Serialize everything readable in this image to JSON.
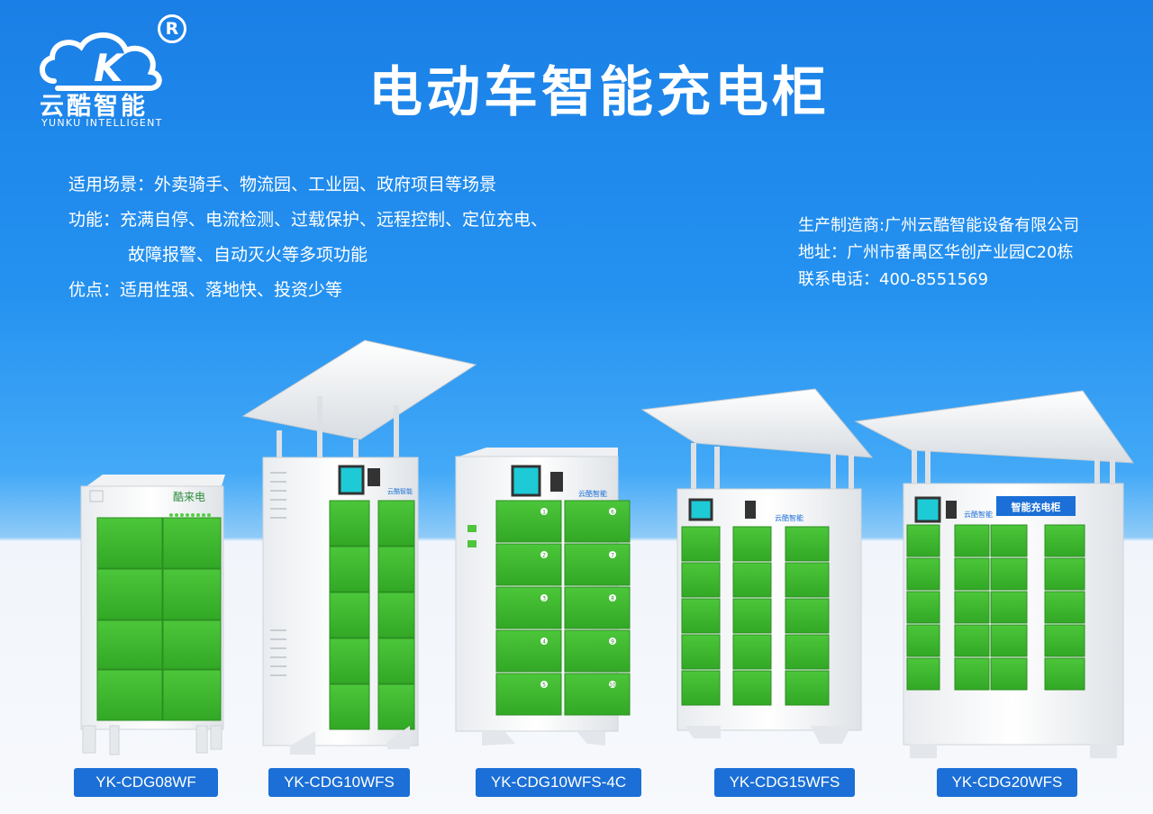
{
  "brand": {
    "name_cn": "云酷智能",
    "name_en": "YUNKU INTELLIGENT",
    "registered": "R",
    "cabinet_label": "酷来电",
    "logo_text": "云酷智能"
  },
  "title": "电动车智能充电柜",
  "info": {
    "scene": "适用场景：外卖骑手、物流园、工业园、政府项目等场景",
    "function_line1": "功能：充满自停、电流检测、过载保护、远程控制、定位充电、",
    "function_line2": "故障报警、自动灭火等多项功能",
    "advantage": "优点：适用性强、落地快、投资少等"
  },
  "company": {
    "manufacturer": "生产制造商:广州云酷智能设备有限公司",
    "address": "地址：广州市番禺区华创产业园C20栋",
    "phone": "联系电话：400-8551569"
  },
  "sign_text": "智能充电柜",
  "models": [
    {
      "label": "YK-CDG08WF"
    },
    {
      "label": "YK-CDG10WFS"
    },
    {
      "label": "YK-CDG10WFS-4C"
    },
    {
      "label": "YK-CDG15WFS"
    },
    {
      "label": "YK-CDG20WFS"
    }
  ],
  "locker_numbers": [
    "1",
    "2",
    "3",
    "4",
    "5",
    "6",
    "7",
    "8",
    "9",
    "10"
  ],
  "colors": {
    "blue_top": "#1a7fe6",
    "green": "#3cb82e",
    "badge": "#1b6fd6",
    "white": "#ffffff"
  }
}
